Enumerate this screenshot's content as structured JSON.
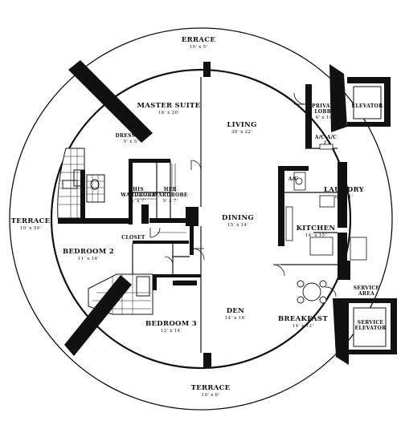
{
  "rooms": {
    "terrace_top": {
      "name": "ERRACE",
      "dim": "10' x 5'"
    },
    "master_suite": {
      "name": "MASTER SUITE",
      "dim": "16' x 20'"
    },
    "living": {
      "name": "LIVING",
      "dim": "30' x 22'"
    },
    "private_lobby": {
      "name": "PRIVATE",
      "name2": "LOBBY",
      "dim": "6' x 14'"
    },
    "elevator_top": {
      "name": "ELEVATOR"
    },
    "dressing": {
      "name": "DRESSING",
      "dim": "5' x 5'"
    },
    "his_wardrobe": {
      "name": "HIS",
      "name2": "WARDROBE",
      "dim": "5' x 7'"
    },
    "her_wardrobe": {
      "name": "HER",
      "name2": "WARDROBE",
      "dim": "9' x 7'"
    },
    "laundry": {
      "name": "LAUNDRY",
      "dim": "8' x 11'"
    },
    "dining": {
      "name": "DINING",
      "dim": "15' x 14'"
    },
    "terrace_left": {
      "name": "TERRACE",
      "dim": "10' x 59'"
    },
    "closet": {
      "name": "CLOSET"
    },
    "kitchen": {
      "name": "KITCHEN",
      "dim": "14' x 15'"
    },
    "bedroom2": {
      "name": "BEDROOM 2",
      "dim": "11' x 14'"
    },
    "service_area": {
      "name": "SERVICE",
      "name2": "AREA"
    },
    "service_elev": {
      "name": "SERVICE",
      "name2": "ELEVATOR"
    },
    "den": {
      "name": "DEN",
      "dim": "14' x 16'"
    },
    "breakfast": {
      "name": "BREAKFAST",
      "dim": "14' x 12'"
    },
    "bedroom3": {
      "name": "BEDROOM 3",
      "dim": "12' x 14'"
    },
    "terrace_bottom": {
      "name": "TERRACE",
      "dim": "10' x 6'"
    }
  },
  "small_labels": {
    "ac_1": "A/C",
    "ac_2": "A/C",
    "ac_3": "A/C"
  }
}
